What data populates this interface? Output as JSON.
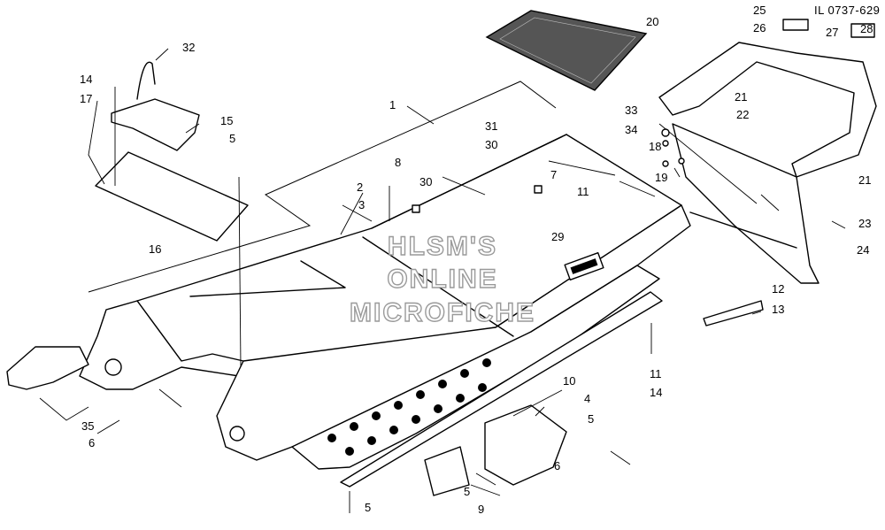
{
  "diagram": {
    "reference": "IL 0737-629",
    "watermark": [
      "HLSM'S",
      "ONLINE",
      "MICROFICHE"
    ],
    "callouts": {
      "c1": "1",
      "c2": "2",
      "c3": "3",
      "c4": "4",
      "c5a": "5",
      "c5b": "5",
      "c5c": "5",
      "c5d": "5",
      "c6a": "6",
      "c6b": "6",
      "c7": "7",
      "c8": "8",
      "c9": "9",
      "c10": "10",
      "c11a": "11",
      "c11b": "11",
      "c12": "12",
      "c13": "13",
      "c14a": "14",
      "c14b": "14",
      "c15": "15",
      "c16": "16",
      "c17": "17",
      "c18": "18",
      "c19": "19",
      "c20": "20",
      "c21a": "21",
      "c21b": "21",
      "c22": "22",
      "c23": "23",
      "c24": "24",
      "c25": "25",
      "c26": "26",
      "c27": "27",
      "c28": "28",
      "c29": "29",
      "c30a": "30",
      "c30b": "30",
      "c31": "31",
      "c32": "32",
      "c33": "33",
      "c34": "34",
      "c35": "35"
    }
  }
}
